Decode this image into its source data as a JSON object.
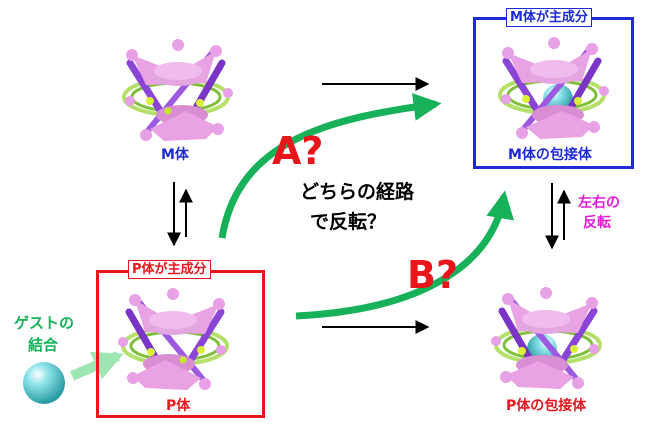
{
  "molecules": {
    "m_form": "M体",
    "m_complex": "M体の包接体",
    "p_form": "P体",
    "p_complex": "P体の包接体"
  },
  "boxes": {
    "m_major": "M体が主成分",
    "p_major": "P体が主成分"
  },
  "question": {
    "line1": "どちらの経路",
    "line2": "で反転？"
  },
  "paths": {
    "a": "A?",
    "b": "B?"
  },
  "guest": {
    "line1": "ゲストの",
    "line2": "結合"
  },
  "inversion": {
    "line1": "左右の",
    "line2": "反転"
  },
  "colors": {
    "blue": "#1d2ad8",
    "red": "#e8151b",
    "green": "#17b15a",
    "magenta": "#e21ad6",
    "pink": "#e9a2e4",
    "purple": "#8a45d6",
    "guest": "#5fd0d6"
  }
}
